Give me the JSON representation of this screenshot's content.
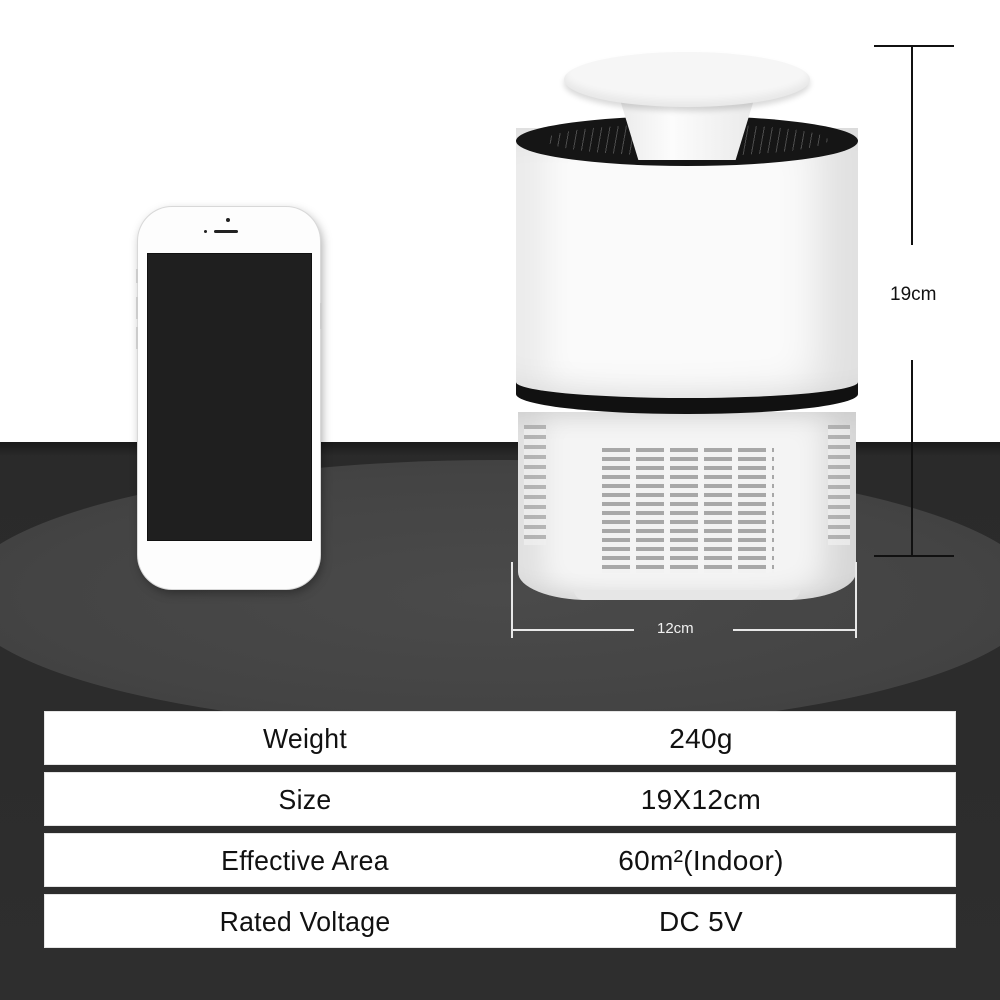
{
  "dimensions": {
    "height_label": "19cm",
    "width_label": "12cm"
  },
  "specs": [
    {
      "label": "Weight",
      "value": "240g"
    },
    {
      "label": "Size",
      "value": "19X12cm"
    },
    {
      "label": "Effective Area",
      "value": "60m²(Indoor)"
    },
    {
      "label": "Rated Voltage",
      "value": "DC 5V"
    }
  ],
  "colors": {
    "background_top": "#ffffff",
    "floor": "#2e2e2e",
    "table_row": "#ffffff",
    "text": "#111111"
  }
}
